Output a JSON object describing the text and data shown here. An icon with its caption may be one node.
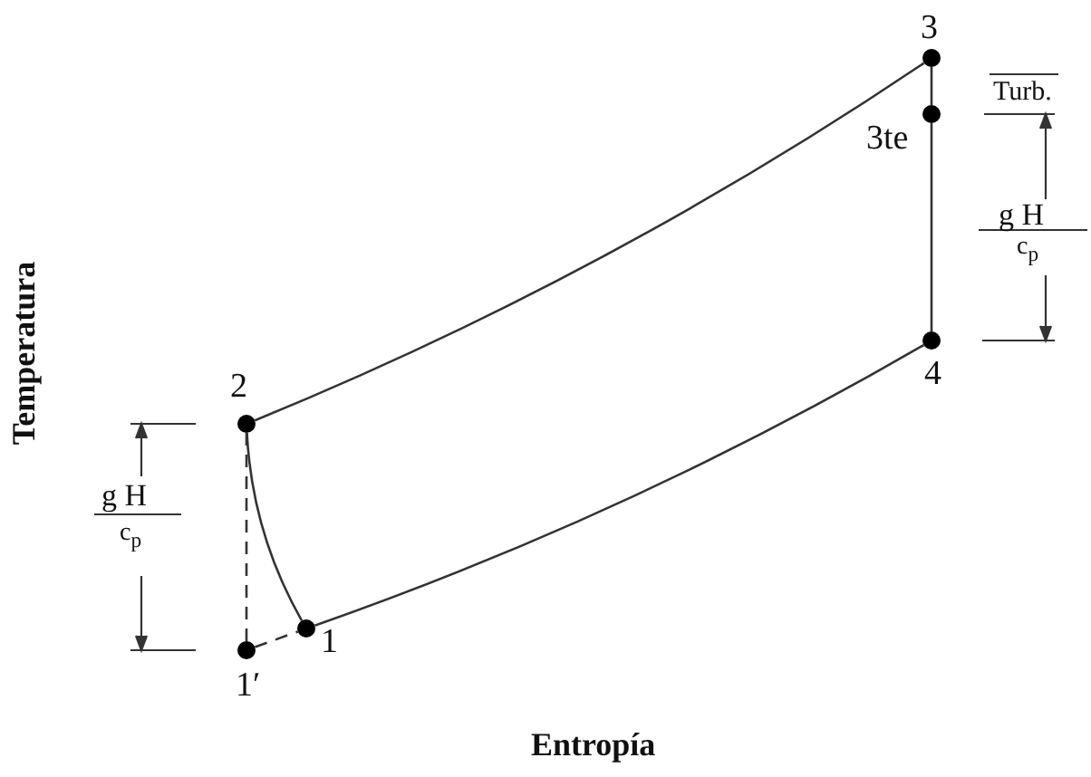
{
  "diagram": {
    "nodes": [
      {
        "text": [
          "3"
        ]
      },
      {
        "text": [
          "3te"
        ]
      },
      {
        "text": [
          "2"
        ]
      },
      {
        "text": [
          "4"
        ]
      },
      {
        "text": [
          "1"
        ]
      },
      {
        "text": [
          "1′"
        ]
      }
    ],
    "edges": [
      {
        "from": 2,
        "to": 0,
        "arrow": "none"
      },
      {
        "from": 0,
        "to": 1,
        "arrow": "none"
      },
      {
        "from": 1,
        "to": 3,
        "arrow": "none"
      },
      {
        "from": 3,
        "to": 4,
        "arrow": "none"
      },
      {
        "from": 4,
        "to": 2,
        "arrow": "none"
      },
      {
        "from": 2,
        "to": 5,
        "arrow": "none",
        "style": "dashed"
      },
      {
        "from": 5,
        "to": 4,
        "arrow": "none",
        "style": "dashed"
      }
    ],
    "labels": [
      "Turb.",
      "g H",
      "c$_{p}$",
      "g H",
      "c$_{p}$",
      "Temperatura",
      "Entropía"
    ]
  }
}
